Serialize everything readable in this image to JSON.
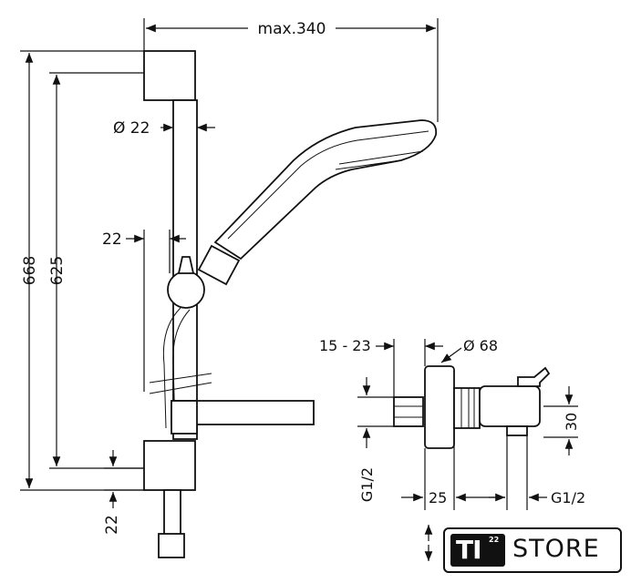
{
  "dimensions": {
    "max_width": "max.340",
    "rail_diameter": "Ø 22",
    "offset_22_top": "22",
    "total_height": "668",
    "rail_height": "625",
    "offset_22_bottom": "22",
    "range_15_23": "15 - 23",
    "escutcheon_diameter": "Ø 68",
    "height_30": "30",
    "thread_left": "G1/2",
    "depth_25": "25",
    "thread_right": "G1/2"
  },
  "logo": {
    "brand": "TI",
    "superscript": "22",
    "word": "STORE"
  }
}
